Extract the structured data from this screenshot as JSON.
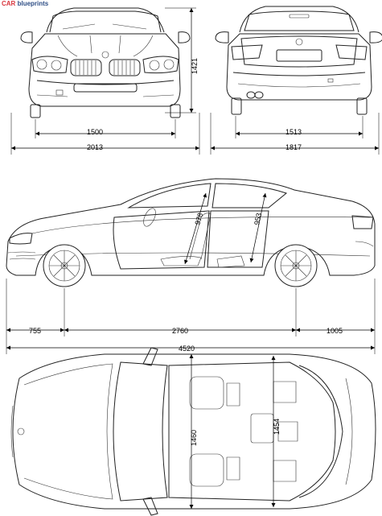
{
  "brand": {
    "prefix": "CAR",
    "suffix": "blueprints"
  },
  "front_view": {
    "track_front": "1500",
    "width_mirrors": "2013",
    "height": "1421"
  },
  "rear_view": {
    "track_rear": "1513",
    "width": "1817"
  },
  "side_view": {
    "front_overhang": "755",
    "wheelbase": "2760",
    "rear_overhang": "1005",
    "length": "4520",
    "front_door_diag": "978",
    "rear_door_diag": "953"
  },
  "top_view": {
    "front_interior_width": "1460",
    "rear_interior_width": "1454"
  },
  "colors": {
    "brand_red": "#d9363e",
    "brand_blue": "#2f4f86",
    "line": "#222222"
  }
}
